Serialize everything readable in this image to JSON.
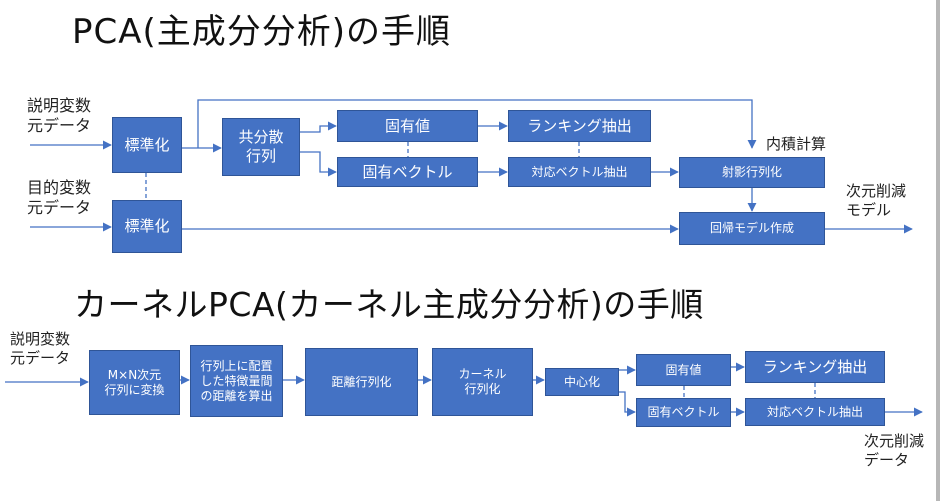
{
  "colors": {
    "box_fill": "#4472c4",
    "box_border": "#2f5597",
    "line": "#4472c4",
    "text": "#111111"
  },
  "pca": {
    "title": "PCA(主成分分析)の手順",
    "inputs": {
      "explanatory": "説明変数\n元データ",
      "target": "目的変数\n元データ"
    },
    "boxes": {
      "standardize1": "標準化",
      "standardize2": "標準化",
      "covariance": "共分散\n行列",
      "eigenvalue": "固有値",
      "eigenvector": "固有ベクトル",
      "ranking": "ランキング抽出",
      "vector_extract": "対応ベクトル抽出",
      "projection": "射影行列化",
      "regression": "回帰モデル作成"
    },
    "labels": {
      "inner_product": "内積計算",
      "output": "次元削減\nモデル"
    }
  },
  "kpca": {
    "title": "カーネルPCA(カーネル主成分分析)の手順",
    "inputs": {
      "explanatory": "説明変数\n元データ"
    },
    "boxes": {
      "to_matrix": "M×N次元\n行列に変換",
      "distance_calc": "行列上に配置\nした特徴量間\nの距離を算出",
      "distance_matrix": "距離行列化",
      "kernel_matrix": "カーネル\n行列化",
      "centering": "中心化",
      "eigenvalue": "固有値",
      "eigenvector": "固有ベクトル",
      "ranking": "ランキング抽出",
      "vector_extract": "対応ベクトル抽出"
    },
    "labels": {
      "output": "次元削減\nデータ"
    }
  }
}
